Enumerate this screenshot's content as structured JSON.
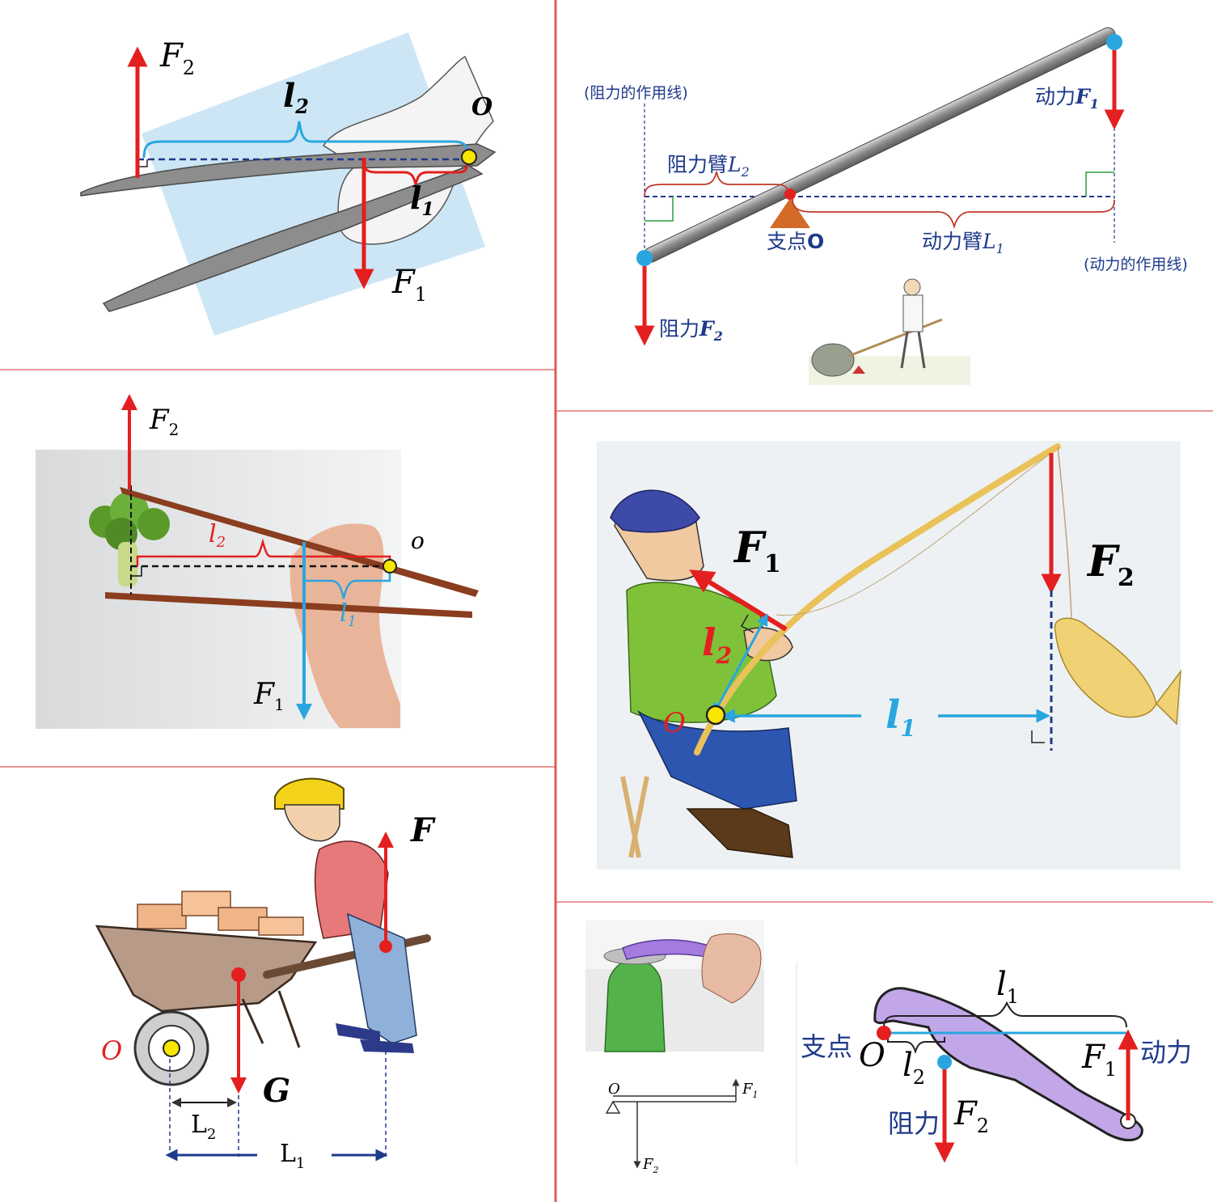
{
  "colors": {
    "divider": "#e05a5a",
    "force": "#e41f1f",
    "arm_blue": "#29a6e0",
    "pivot_yellow": "#f7e600",
    "dashed": "#1e3a8a",
    "sky": "#cde6f6",
    "rod": "#9a9a9a",
    "fulcrum": "#d46a27",
    "green_mark": "#2a9d3a",
    "opener_purple": "#c2a7e8",
    "board_bg": "#eef1f3"
  },
  "tongs": {
    "F2": "F",
    "F2_sub": "2",
    "l2": "l",
    "l2_sub": "2",
    "O": "O",
    "l1": "l",
    "l1_sub": "1",
    "F1": "F",
    "F1_sub": "1"
  },
  "seesaw": {
    "resist_line": "(阻力的作用线)",
    "power_label": "动力",
    "power_F": "F",
    "power_sub": "1",
    "resist_arm": "阻力臂",
    "resist_arm_L": "L",
    "resist_arm_sub": "2",
    "fulcrum": "支点",
    "fulcrum_O": "O",
    "power_arm": "动力臂",
    "power_arm_L": "L",
    "power_arm_sub": "1",
    "power_line": "(动力的作用线)",
    "resist_label": "阻力",
    "resist_F": "F",
    "resist_sub": "2"
  },
  "chopsticks": {
    "F2": "F",
    "F2_sub": "2",
    "l2": "l",
    "l2_sub": "2",
    "O": "o",
    "l1": "l",
    "l1_sub": "1",
    "F1": "F",
    "F1_sub": "1"
  },
  "fishing": {
    "F1": "F",
    "F1_sub": "1",
    "F2": "F",
    "F2_sub": "2",
    "l2": "l",
    "l2_sub": "2",
    "O": "O",
    "l1": "l",
    "l1_sub": "1"
  },
  "wheelbarrow": {
    "F": "F",
    "O": "O",
    "G": "G",
    "L2": "L",
    "L2_sub": "2",
    "L1": "L",
    "L1_sub": "1"
  },
  "opener": {
    "l1": "l",
    "l1_sub": "1",
    "fulcrum": "支点",
    "O": "O",
    "l2": "l",
    "l2_sub": "2",
    "F1": "F",
    "F1_sub": "1",
    "power": "动力",
    "resist": "阻力",
    "F2": "F",
    "F2_sub": "2",
    "small_O": "O",
    "small_F1": "F",
    "small_F1_sub": "1",
    "small_F2": "F",
    "small_F2_sub": "2"
  }
}
